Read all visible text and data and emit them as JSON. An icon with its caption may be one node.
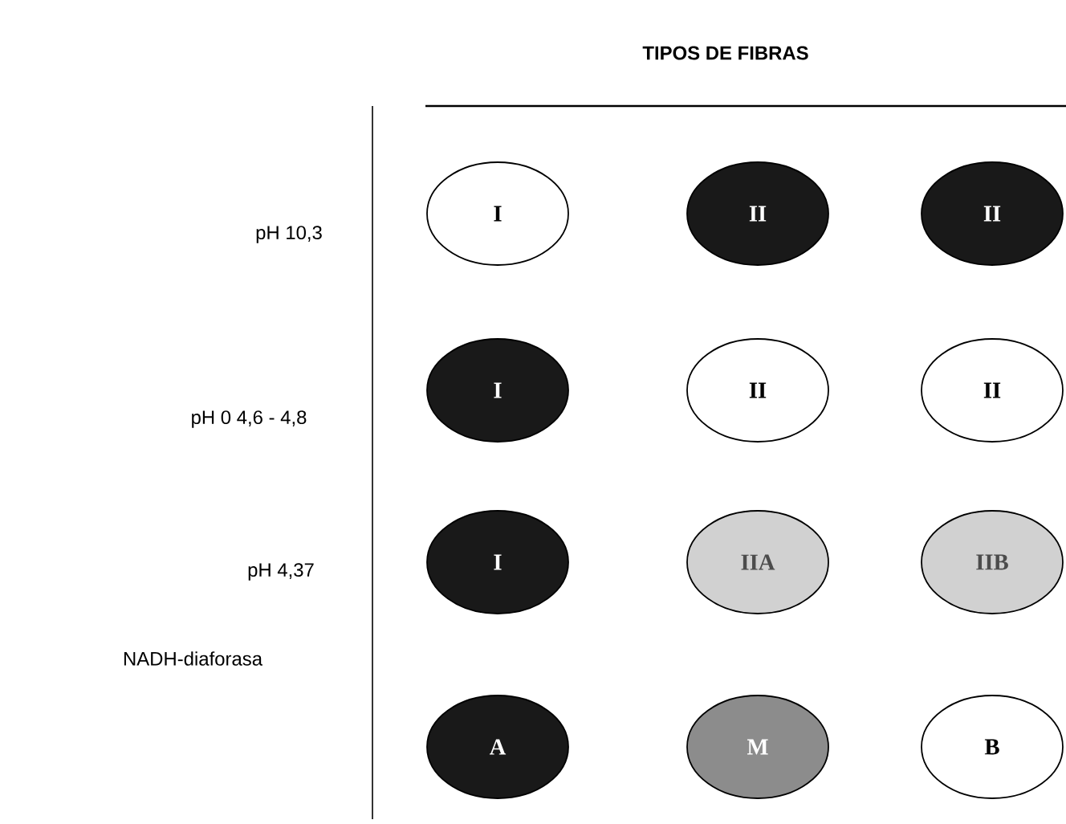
{
  "diagram": {
    "title": "TIPOS DE FIBRAS",
    "nodes": [
      {
        "text": [
          "I"
        ]
      },
      {
        "text": [
          "II"
        ]
      },
      {
        "text": [
          "II"
        ]
      },
      {
        "text": [
          "I"
        ]
      },
      {
        "text": [
          "II"
        ]
      },
      {
        "text": [
          "II"
        ]
      },
      {
        "text": [
          "I"
        ]
      },
      {
        "text": [
          "IIA"
        ]
      },
      {
        "text": [
          "IIB"
        ]
      },
      {
        "text": [
          "A"
        ]
      },
      {
        "text": [
          "M"
        ]
      },
      {
        "text": [
          "B"
        ]
      }
    ],
    "labels": [
      "pH 10,3",
      "pH 0 4,6 - 4,8",
      "pH 4,37",
      "NADH-diaforasa"
    ]
  }
}
